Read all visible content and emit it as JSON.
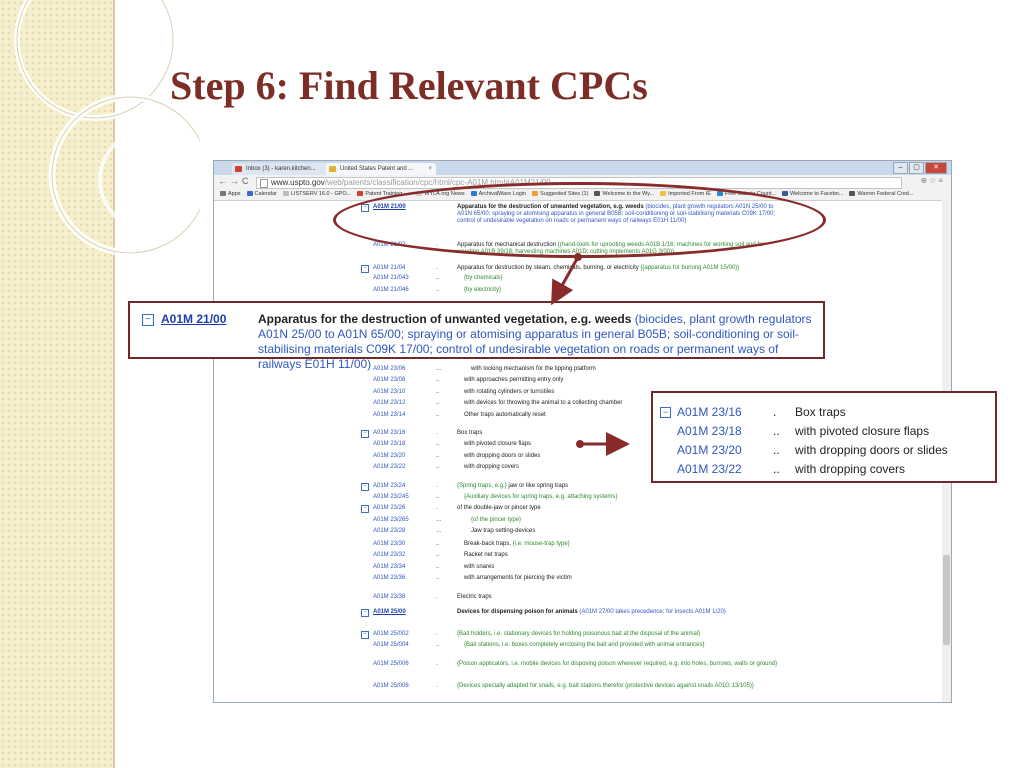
{
  "slide": {
    "title": "Step 6: Find Relevant CPCs"
  },
  "browser": {
    "tabs": [
      {
        "label": "Inbox (3) - karen.kitchen..."
      },
      {
        "label": "United States Patent and ..."
      }
    ],
    "window_controls": [
      "–",
      "▢",
      "✕"
    ],
    "url_host": "www.uspto.gov",
    "url_path": "/web/patents/classification/cpc/html/cpc-A01M.html#A01M21/00",
    "bookmarks": [
      {
        "label": "Apps"
      },
      {
        "label": "Calendar"
      },
      {
        "label": "LISTSERV 16.0 - GPO..."
      },
      {
        "label": "Patent Training -..."
      },
      {
        "label": "WYLA.org News"
      },
      {
        "label": "ArchivalWare Login"
      },
      {
        "label": "Suggested Sites (1)"
      },
      {
        "label": "Welcome to the Wy..."
      },
      {
        "label": "Imported From IE"
      },
      {
        "label": "Free Calorie Count..."
      },
      {
        "label": "Welcome to Facebo..."
      },
      {
        "label": "Warren Federal Cred..."
      }
    ]
  },
  "cpc_list": [
    {
      "code": "A01M 21/00",
      "dots": "",
      "desc": "Apparatus for the destruction of unwanted vegetation, e.g. weeds",
      "note": "(biocides, plant growth regulators A01N 25/00 to A01N 65/00; spraying or atomising apparatus in general B05B; soil-conditioning or soil-stabilising materials C09K 17/00; control of undesirable vegetation on roads or permanent ways of railways E01H 11/00)",
      "bold": true,
      "expandable": true
    },
    {
      "code": "A01M 21/02",
      "dots": ".",
      "desc": "Apparatus for mechanical destruction",
      "note": "{(hand-tools for uprooting weeds A01B 1/16; machines for working soil and for weeding A01B 39/18; harvesting machines A01D; cutting implements A01G 3/00)}",
      "bold": false,
      "expandable": false
    },
    {
      "code": "A01M 21/04",
      "dots": ".",
      "desc": "Apparatus for destruction by steam, chemicals, burning, or electricity",
      "note": "{(apparatus for burning A01M 15/00)}",
      "bold": false,
      "expandable": true
    },
    {
      "code": "A01M 21/043",
      "dots": "..",
      "desc": "",
      "note": "{by chemicals}",
      "bold": false,
      "expandable": false
    },
    {
      "code": "A01M 21/046",
      "dots": "..",
      "desc": "",
      "note": "{by electricity}",
      "bold": false,
      "expandable": false
    },
    {
      "code": "A01M 23/06",
      "dots": "...",
      "desc": "with locking mechanism for the tipping platform",
      "note": "",
      "bold": false,
      "expandable": false
    },
    {
      "code": "A01M 23/08",
      "dots": "..",
      "desc": "with approaches permitting entry only",
      "note": "",
      "bold": false,
      "expandable": false
    },
    {
      "code": "A01M 23/10",
      "dots": "..",
      "desc": "with rotating cylinders or turnstiles",
      "note": "",
      "bold": false,
      "expandable": false
    },
    {
      "code": "A01M 23/12",
      "dots": "..",
      "desc": "with devices for throwing the animal to a collecting chamber",
      "note": "",
      "bold": false,
      "expandable": false
    },
    {
      "code": "A01M 23/14",
      "dots": "..",
      "desc": "Other traps automatically reset",
      "note": "",
      "bold": false,
      "expandable": false
    },
    {
      "code": "A01M 23/16",
      "dots": ".",
      "desc": "Box traps",
      "note": "",
      "bold": false,
      "expandable": true
    },
    {
      "code": "A01M 23/18",
      "dots": "..",
      "desc": "with pivoted closure flaps",
      "note": "",
      "bold": false,
      "expandable": false
    },
    {
      "code": "A01M 23/20",
      "dots": "..",
      "desc": "with dropping doors or slides",
      "note": "",
      "bold": false,
      "expandable": false
    },
    {
      "code": "A01M 23/22",
      "dots": "..",
      "desc": "with dropping covers",
      "note": "",
      "bold": false,
      "expandable": false
    },
    {
      "code": "A01M 23/24",
      "dots": ".",
      "desc": "jaw or like spring traps",
      "note": "{Spring traps, e.g.}",
      "bold": false,
      "expandable": true
    },
    {
      "code": "A01M 23/245",
      "dots": "..",
      "desc": "",
      "note": "{Auxiliary devices for spring traps, e.g. attaching systems}",
      "bold": false,
      "expandable": false
    },
    {
      "code": "A01M 23/26",
      "dots": ".",
      "desc": "of the double-jaw or pincer type",
      "note": "",
      "bold": false,
      "expandable": true
    },
    {
      "code": "A01M 23/265",
      "dots": "...",
      "desc": "",
      "note": "{of the pincer type}",
      "bold": false,
      "expandable": false
    },
    {
      "code": "A01M 23/28",
      "dots": "...",
      "desc": "Jaw trap setting-devices",
      "note": "",
      "bold": false,
      "expandable": false
    },
    {
      "code": "A01M 23/30",
      "dots": "..",
      "desc": "Break-back traps,",
      "note": "{i.e. mouse-trap type}",
      "bold": false,
      "expandable": false
    },
    {
      "code": "A01M 23/32",
      "dots": "..",
      "desc": "Racket net traps",
      "note": "",
      "bold": false,
      "expandable": false
    },
    {
      "code": "A01M 23/34",
      "dots": "..",
      "desc": "with snares",
      "note": "",
      "bold": false,
      "expandable": false
    },
    {
      "code": "A01M 23/36",
      "dots": "..",
      "desc": "with arrangements for piercing the victim",
      "note": "",
      "bold": false,
      "expandable": false
    },
    {
      "code": "A01M 23/38",
      "dots": ".",
      "desc": "Electric traps",
      "note": "",
      "bold": false,
      "expandable": false
    },
    {
      "code": "A01M 25/00",
      "dots": "",
      "desc": "Devices for dispensing poison for animals",
      "note": "(A01M 27/00 takes precedence; for insects A01M 1/20)",
      "bold": true,
      "expandable": true
    },
    {
      "code": "A01M 25/002",
      "dots": ".",
      "desc": "",
      "note": "{Bait holders, i.e. stationary devices for holding poisonous bait at the disposal of the animal}",
      "bold": false,
      "expandable": true
    },
    {
      "code": "A01M 25/004",
      "dots": "..",
      "desc": "",
      "note": "{Bait stations, i.e. boxes completely enclosing the bait and provided with animal entrances}",
      "bold": false,
      "expandable": false
    },
    {
      "code": "A01M 25/006",
      "dots": ".",
      "desc": "",
      "note": "{Poison applicators, i.e. mobile devices for disposing poison wherever required, e.g. into holes, burrows, walls or ground}",
      "bold": false,
      "expandable": false
    },
    {
      "code": "A01M 25/008",
      "dots": ".",
      "desc": "",
      "note": "{Devices specially adapted for snails, e.g. bait stations therefor (protective devices against snails A01G 13/105)}",
      "bold": false,
      "expandable": false
    }
  ],
  "callout_main": {
    "code": "A01M 21/00",
    "desc": "Apparatus for the destruction of unwanted vegetation, e.g. weeds",
    "note": "(biocides, plant growth regulators A01N 25/00 to A01N 65/00; spraying or atomising apparatus in general B05B; soil-conditioning or soil-stabilising materials C09K 17/00; control of undesirable vegetation on roads or permanent ways of railways E01H 11/00)"
  },
  "callout_box_traps": [
    {
      "code": "A01M 23/16",
      "dots": ".",
      "desc": "Box traps"
    },
    {
      "code": "A01M 23/18",
      "dots": "..",
      "desc": "with pivoted closure flaps"
    },
    {
      "code": "A01M 23/20",
      "dots": "..",
      "desc": "with dropping doors or slides"
    },
    {
      "code": "A01M 23/22",
      "dots": "..",
      "desc": "with dropping covers"
    }
  ],
  "colors": {
    "title": "#7b2d26",
    "annotation": "#8a2b2b",
    "cpc_code": "#2f57c3",
    "cpc_note": "#2e8a2e"
  }
}
